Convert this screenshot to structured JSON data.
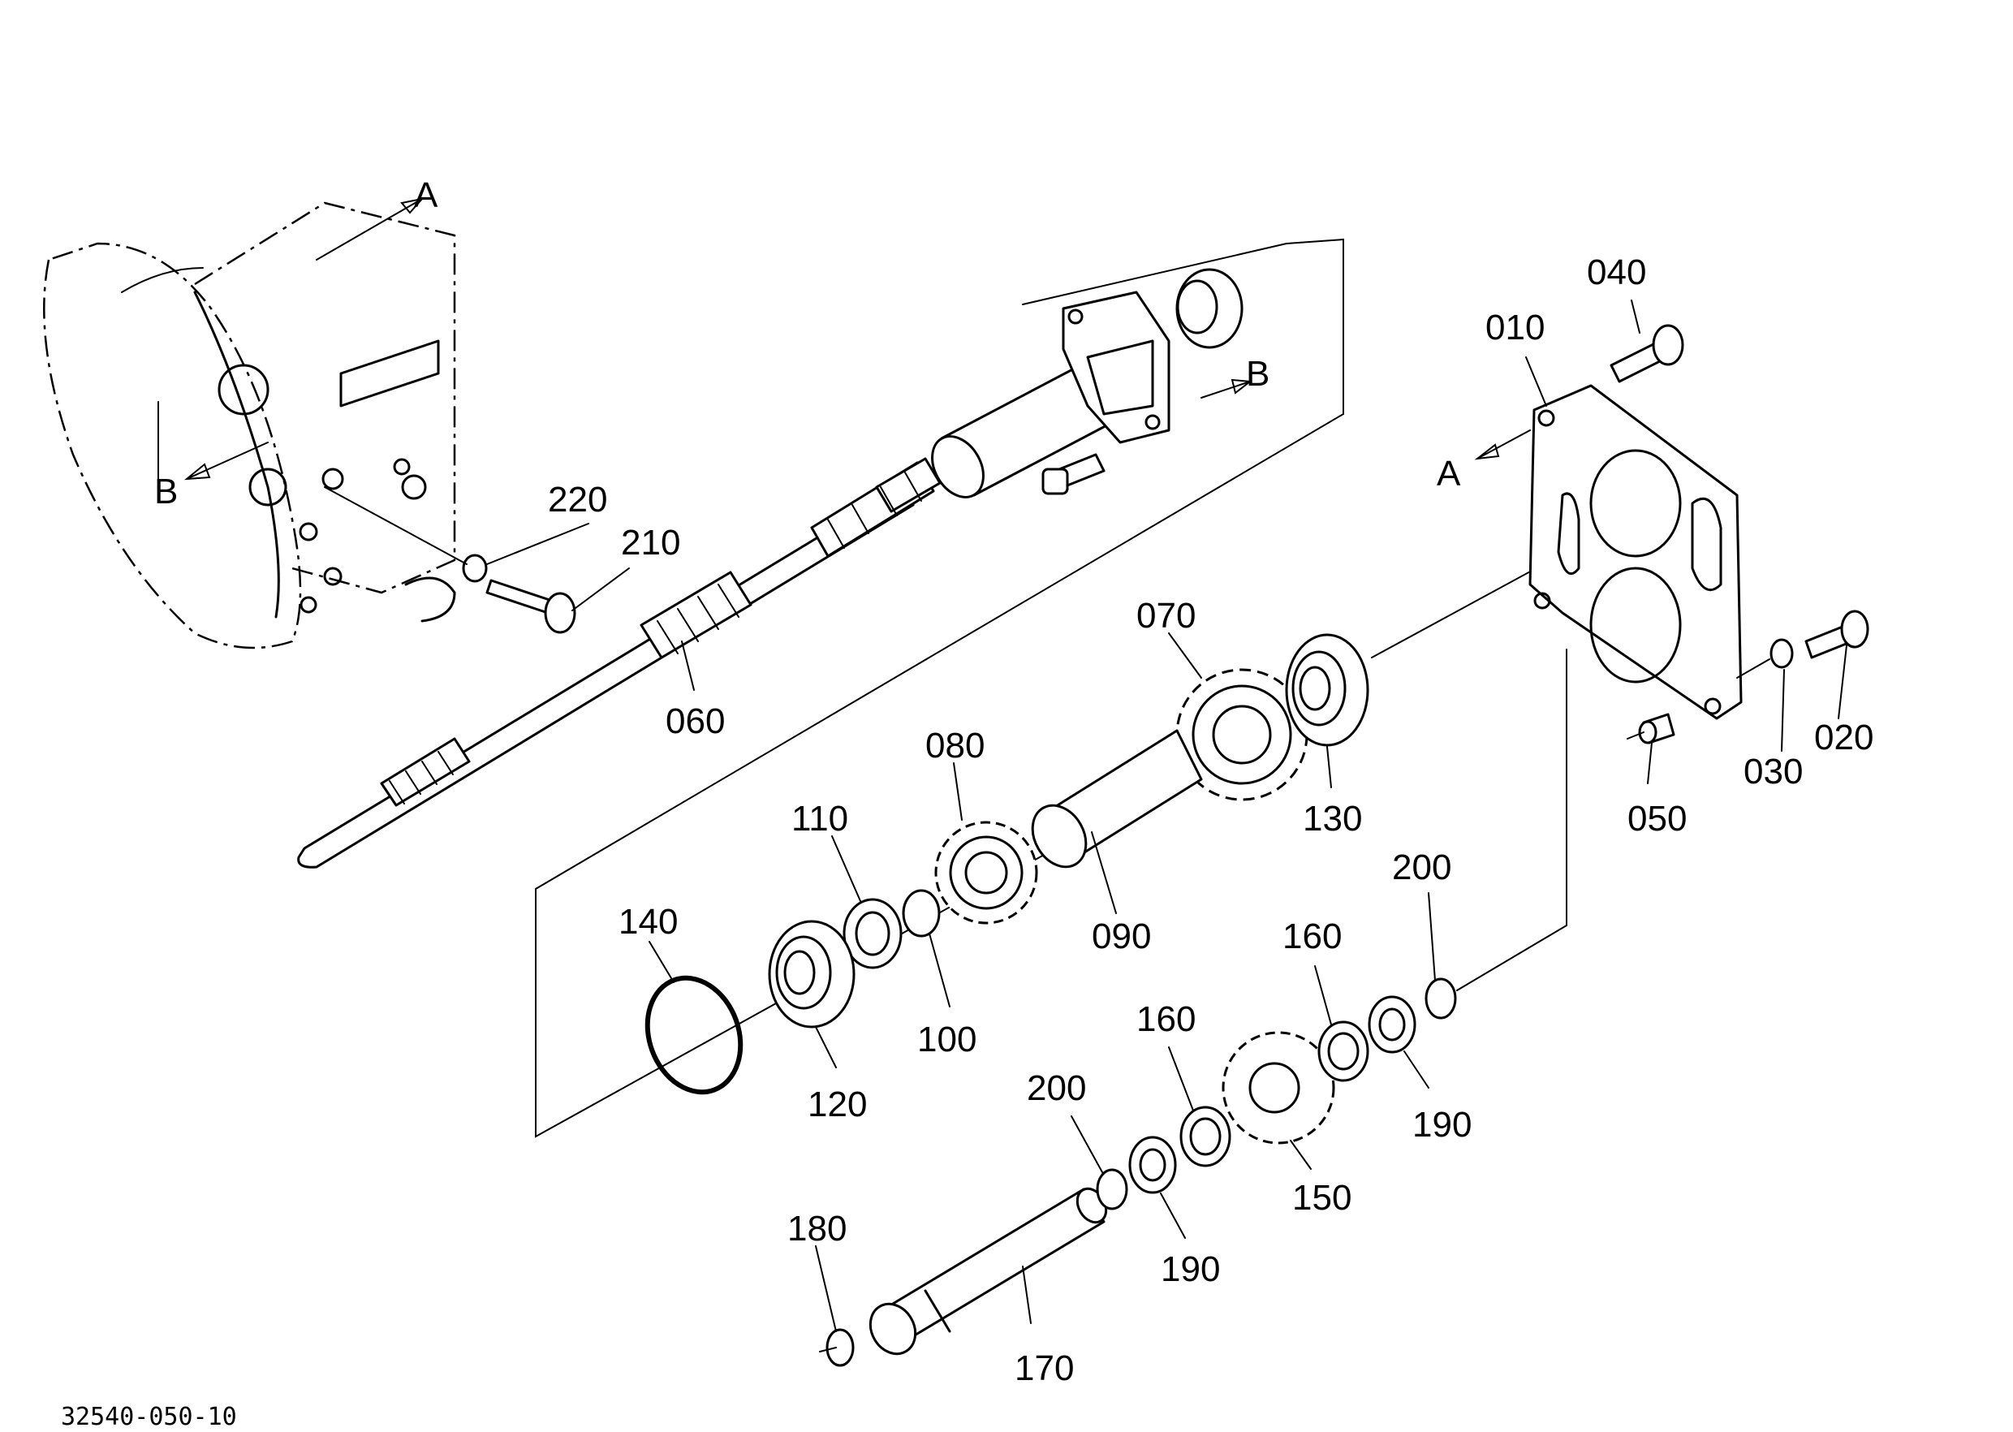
{
  "drawing": {
    "code": "32540-050-10",
    "section_markers": {
      "a": "A",
      "b": "B"
    }
  },
  "callouts": {
    "c010": "010",
    "c020": "020",
    "c030": "030",
    "c040": "040",
    "c050": "050",
    "c060": "060",
    "c070": "070",
    "c080": "080",
    "c090": "090",
    "c100": "100",
    "c110": "110",
    "c120": "120",
    "c130": "130",
    "c140": "140",
    "c150": "150",
    "c160a": "160",
    "c160b": "160",
    "c170": "170",
    "c180": "180",
    "c190a": "190",
    "c190b": "190",
    "c200a": "200",
    "c200b": "200",
    "c210": "210",
    "c220": "220"
  }
}
